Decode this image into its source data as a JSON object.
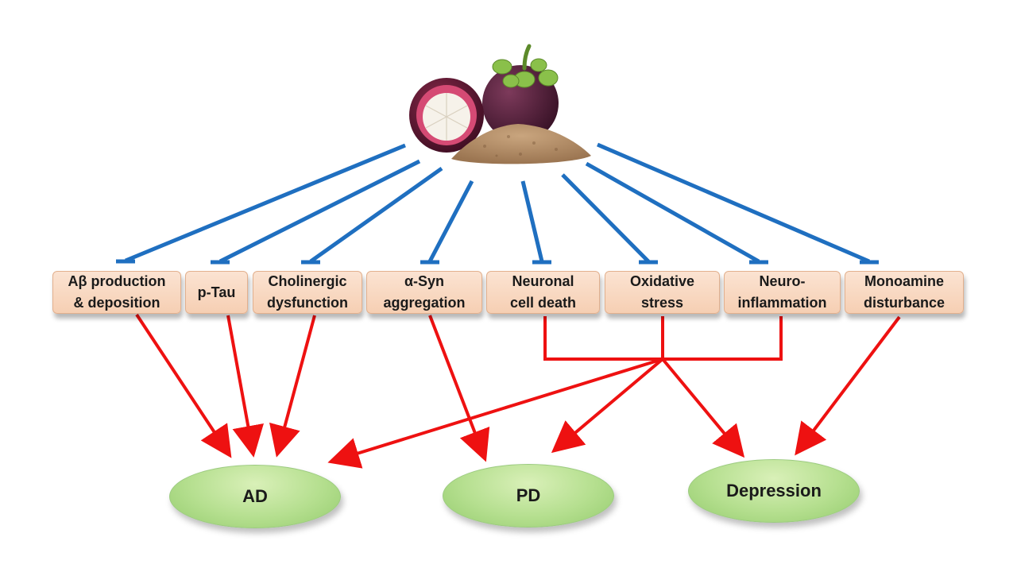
{
  "colors": {
    "inhibit": "#1f6fc0",
    "promote": "#ee1111",
    "factor_fill": "#f8d8c2",
    "disease_fill": "#b5df8f"
  },
  "source_image": {
    "icon": "mangosteen-fruit-and-powder"
  },
  "factors": [
    {
      "id": "abeta",
      "label": "Aβ production\n& deposition"
    },
    {
      "id": "ptau",
      "label": "p-Tau"
    },
    {
      "id": "cholinergic",
      "label": "Cholinergic\ndysfunction"
    },
    {
      "id": "asyn",
      "label": "α-Syn\naggregation"
    },
    {
      "id": "neuronal",
      "label": "Neuronal\ncell death"
    },
    {
      "id": "oxidative",
      "label": "Oxidative\nstress"
    },
    {
      "id": "inflammation",
      "label": "Neuro-\ninflammation"
    },
    {
      "id": "monoamine",
      "label": "Monoamine\ndisturbance"
    }
  ],
  "diseases": [
    {
      "id": "ad",
      "label": "AD"
    },
    {
      "id": "pd",
      "label": "PD"
    },
    {
      "id": "depression",
      "label": "Depression"
    }
  ],
  "inhibition_edges": [
    "abeta",
    "ptau",
    "cholinergic",
    "asyn",
    "neuronal",
    "oxidative",
    "inflammation",
    "monoamine"
  ],
  "promotion_edges": [
    {
      "from": "abeta",
      "to": "ad"
    },
    {
      "from": "ptau",
      "to": "ad"
    },
    {
      "from": "cholinergic",
      "to": "ad"
    },
    {
      "from": "asyn",
      "to": "pd"
    },
    {
      "from": [
        "neuronal",
        "oxidative",
        "inflammation"
      ],
      "to": [
        "ad",
        "pd",
        "depression"
      ]
    },
    {
      "from": "monoamine",
      "to": "depression"
    }
  ]
}
